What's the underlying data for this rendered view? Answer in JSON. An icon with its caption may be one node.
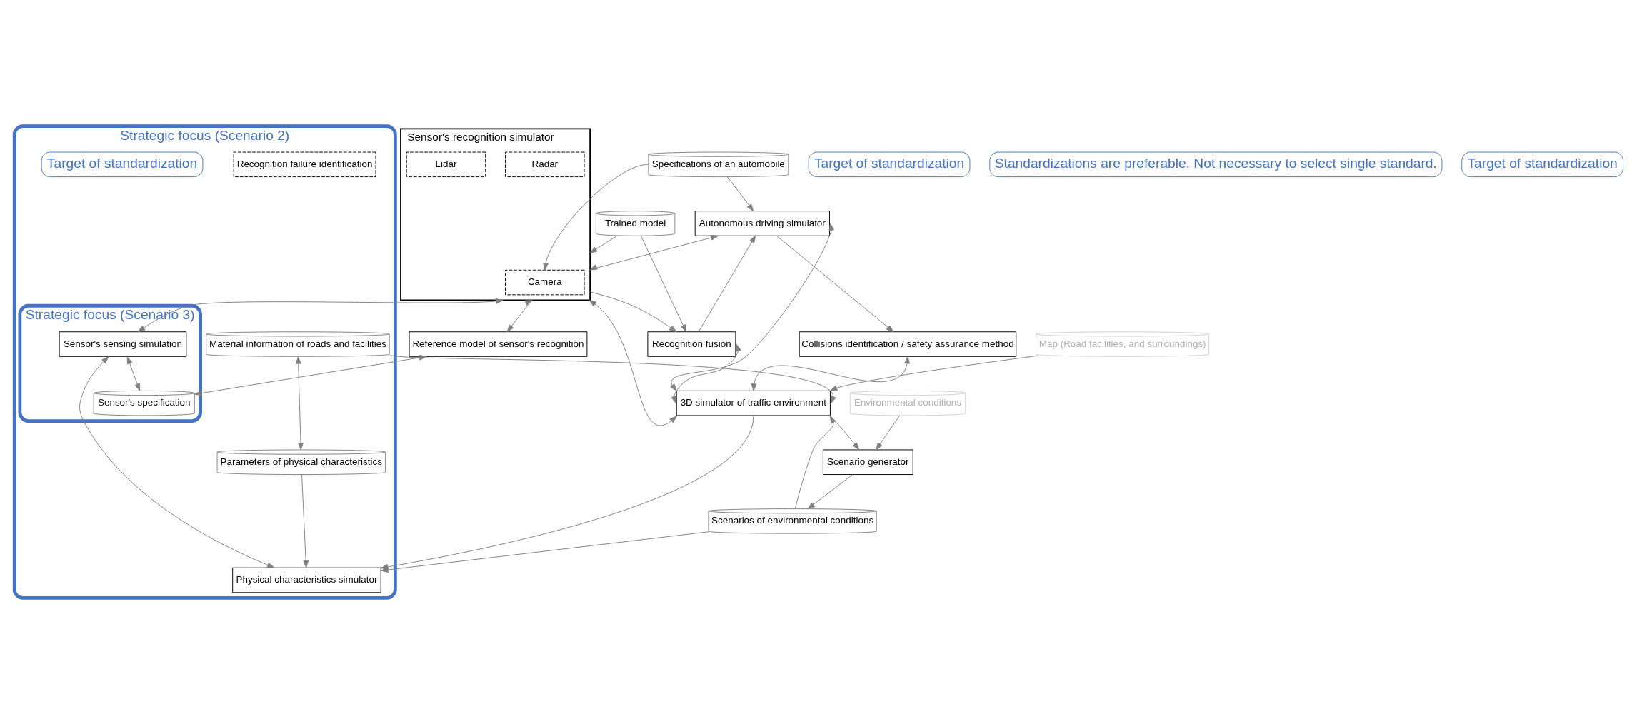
{
  "diagram": {
    "nodes": [
      {
        "text": [
          "Collisions identification / safety assurance method"
        ]
      },
      {
        "text": [
          "Target of standardization"
        ]
      },
      {
        "text": [
          "Specifications of an automobile"
        ]
      },
      {
        "text": [
          "Autonomous driving simulator"
        ]
      },
      {
        "text": [
          "3D simulator of traffic environment"
        ]
      },
      {
        "text": [
          "Standardizations are preferable. Not necessary to select single standard."
        ]
      },
      {
        "text": [
          "Trained model"
        ]
      },
      {
        "text": [
          "Recognition fusion"
        ]
      },
      {
        "text": [
          "Map (Road facilities, and surroundings)"
        ]
      },
      {
        "text": [
          "Strategic focus (Scenario 2)"
        ]
      },
      {
        "text": [
          "Sensor's recognition simulator"
        ]
      },
      {
        "text": [
          "Camera"
        ],
        "in": 10
      },
      {
        "text": [
          "Radar"
        ],
        "in": 10
      },
      {
        "text": [
          "Lidar"
        ],
        "in": 10
      },
      {
        "text": [
          "Recognition failure identification"
        ],
        "in": 9
      },
      {
        "text": [
          "Target of standardization"
        ],
        "in": 9
      },
      {
        "text": [
          "Strategic focus (Scenario 3)"
        ],
        "in": 9
      },
      {
        "text": [
          "Sensor's sensing simulation"
        ],
        "in": 16
      },
      {
        "text": [
          "Sensor's specification"
        ],
        "in": 16
      },
      {
        "text": [
          "Physical characteristics simulator"
        ],
        "in": 9
      },
      {
        "text": [
          "Material information of roads and facilities"
        ],
        "in": 9
      },
      {
        "text": [
          "Parameters of physical characteristics"
        ],
        "in": 9
      },
      {
        "text": [
          "Reference model of sensor's recognition"
        ]
      },
      {
        "text": [
          "Target of standardization"
        ]
      },
      {
        "text": [
          "Environmental conditions"
        ]
      },
      {
        "text": [
          "Scenario generator"
        ]
      },
      {
        "text": [
          "Scenarios of environmental conditions"
        ]
      }
    ],
    "edges": [
      {
        "from": 3,
        "to": 0,
        "arrow": "to"
      },
      {
        "from": 2,
        "to": 3,
        "arrow": "to"
      },
      {
        "from": 3,
        "to": 4,
        "arrow": "both"
      },
      {
        "from": 0,
        "to": 4,
        "arrow": "both"
      },
      {
        "from": 4,
        "to": 25,
        "arrow": "to"
      },
      {
        "from": 8,
        "to": 4,
        "arrow": "to"
      },
      {
        "from": 7,
        "to": 3,
        "arrow": "to"
      },
      {
        "from": 7,
        "to": 4,
        "arrow": "both"
      },
      {
        "from": 6,
        "to": 7,
        "arrow": "to"
      },
      {
        "from": 3,
        "to": 10,
        "arrow": "both"
      },
      {
        "from": 10,
        "to": 7,
        "arrow": "to"
      },
      {
        "from": 6,
        "to": 10,
        "arrow": "to"
      },
      {
        "from": 2,
        "to": 11,
        "arrow": "to"
      },
      {
        "from": 10,
        "to": 4,
        "arrow": "both"
      },
      {
        "from": 10,
        "to": 17,
        "arrow": "both"
      },
      {
        "from": 17,
        "to": 19,
        "arrow": "both"
      },
      {
        "from": 17,
        "to": 18,
        "arrow": "both"
      },
      {
        "from": 22,
        "to": 18,
        "arrow": "both"
      },
      {
        "from": 10,
        "to": 22,
        "arrow": "both"
      },
      {
        "from": 4,
        "to": 19,
        "arrow": "to"
      },
      {
        "from": 20,
        "to": 4,
        "arrow": "to"
      },
      {
        "from": 20,
        "to": 21,
        "arrow": "both"
      },
      {
        "from": 21,
        "to": 19,
        "arrow": "to"
      },
      {
        "from": 26,
        "to": 19,
        "arrow": "to"
      },
      {
        "from": 26,
        "to": 4,
        "arrow": "to"
      },
      {
        "from": 25,
        "to": 26,
        "arrow": "to"
      },
      {
        "from": 24,
        "to": 25,
        "arrow": "to"
      }
    ]
  }
}
